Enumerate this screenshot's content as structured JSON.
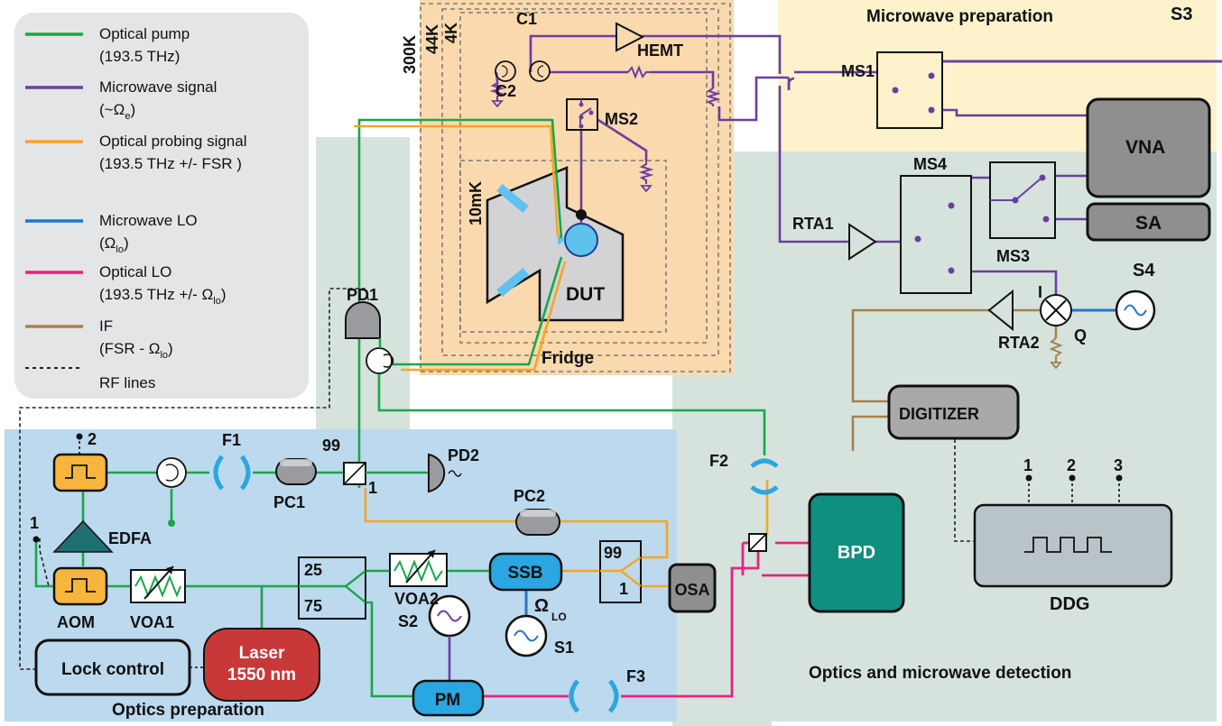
{
  "legend": {
    "items": [
      {
        "line1": "Optical pump",
        "line2": "(193.5 THz)",
        "color": "#1aa64a",
        "style": "solid"
      },
      {
        "line1": "Microwave signal",
        "line2": "(~Ω",
        "sub2": "e",
        "tail2": ")",
        "color": "#6a3fa0",
        "style": "solid"
      },
      {
        "line1": "Optical probing signal",
        "line2": "(193.5 THz +/- FSR )",
        "color": "#f5a623",
        "style": "solid"
      },
      {
        "line1": "Microwave LO",
        "line2": "(Ω",
        "sub2": "lo",
        "tail2": ")",
        "color": "#1f78c8",
        "style": "solid"
      },
      {
        "line1": "Optical LO",
        "line2": "(193.5 THz +/-  Ω",
        "sub2": "lo",
        "tail2": ")",
        "color": "#e8237e",
        "style": "solid"
      },
      {
        "line1": "IF",
        "line2": "(FSR - Ω",
        "sub2": "lo",
        "tail2": ")",
        "color": "#a5814f",
        "style": "solid"
      },
      {
        "line1": "RF lines",
        "color": "#222222",
        "style": "dashed"
      }
    ]
  },
  "regions": {
    "fridge": "Fridge",
    "microwave_prep": "Microwave preparation",
    "optics_prep": "Optics preparation",
    "detection": "Optics and microwave detection"
  },
  "temps": {
    "t300": "300K",
    "t44": "44K",
    "t4": "4K",
    "t10": "10mK"
  },
  "components": {
    "hemt": "HEMT",
    "c1": "C1",
    "c2": "C2",
    "ms2": "MS2",
    "dut": "DUT",
    "ms1": "MS1",
    "s3": "S3",
    "vna": "VNA",
    "ms4": "MS4",
    "ms3": "MS3",
    "sa": "SA",
    "rta1": "RTA1",
    "rta2": "RTA2",
    "s4": "S4",
    "i": "I",
    "q": "Q",
    "digitizer": "DIGITIZER",
    "ddg": "DDG",
    "ddg1": "1",
    "ddg2": "2",
    "ddg3": "3",
    "pd1": "PD1",
    "pd2": "PD2",
    "f1": "F1",
    "f2": "F2",
    "f3": "F3",
    "pc1": "PC1",
    "pc2": "PC2",
    "bs99": "99",
    "bs1": "1",
    "edfa": "EDFA",
    "aom": "AOM",
    "aom_trig1": "1",
    "aom_trig2": "2",
    "voa1": "VOA1",
    "voa2": "VOA2",
    "lock_control": "Lock control",
    "laser_line1": "Laser",
    "laser_line2": "1550 nm",
    "split25": "25",
    "split75": "75",
    "split99": "99",
    "split1": "1",
    "ssb": "SSB",
    "omega_lo": "Ω",
    "omega_lo_sub": "LO",
    "s1": "S1",
    "s2": "S2",
    "pm": "PM",
    "osa": "OSA",
    "bpd": "BPD"
  },
  "colors": {
    "pump": "#1aa64a",
    "microwave": "#6a3fa0",
    "probe": "#f5a623",
    "mwlo": "#1f78c8",
    "optlo": "#e8237e",
    "if": "#a5814f",
    "fridge_bg": "#fad9ae",
    "mwprep_bg": "#fdf2cc",
    "optprep_bg": "#bcd9ee",
    "detect_bg": "#d6e3dd",
    "orange_box": "#f7b53d",
    "teal": "#0f8f7f",
    "dark_teal": "#1f6f6f",
    "blue_box": "#2aa6e0",
    "red_box": "#c93838",
    "gray_box": "#8f8f8f"
  }
}
